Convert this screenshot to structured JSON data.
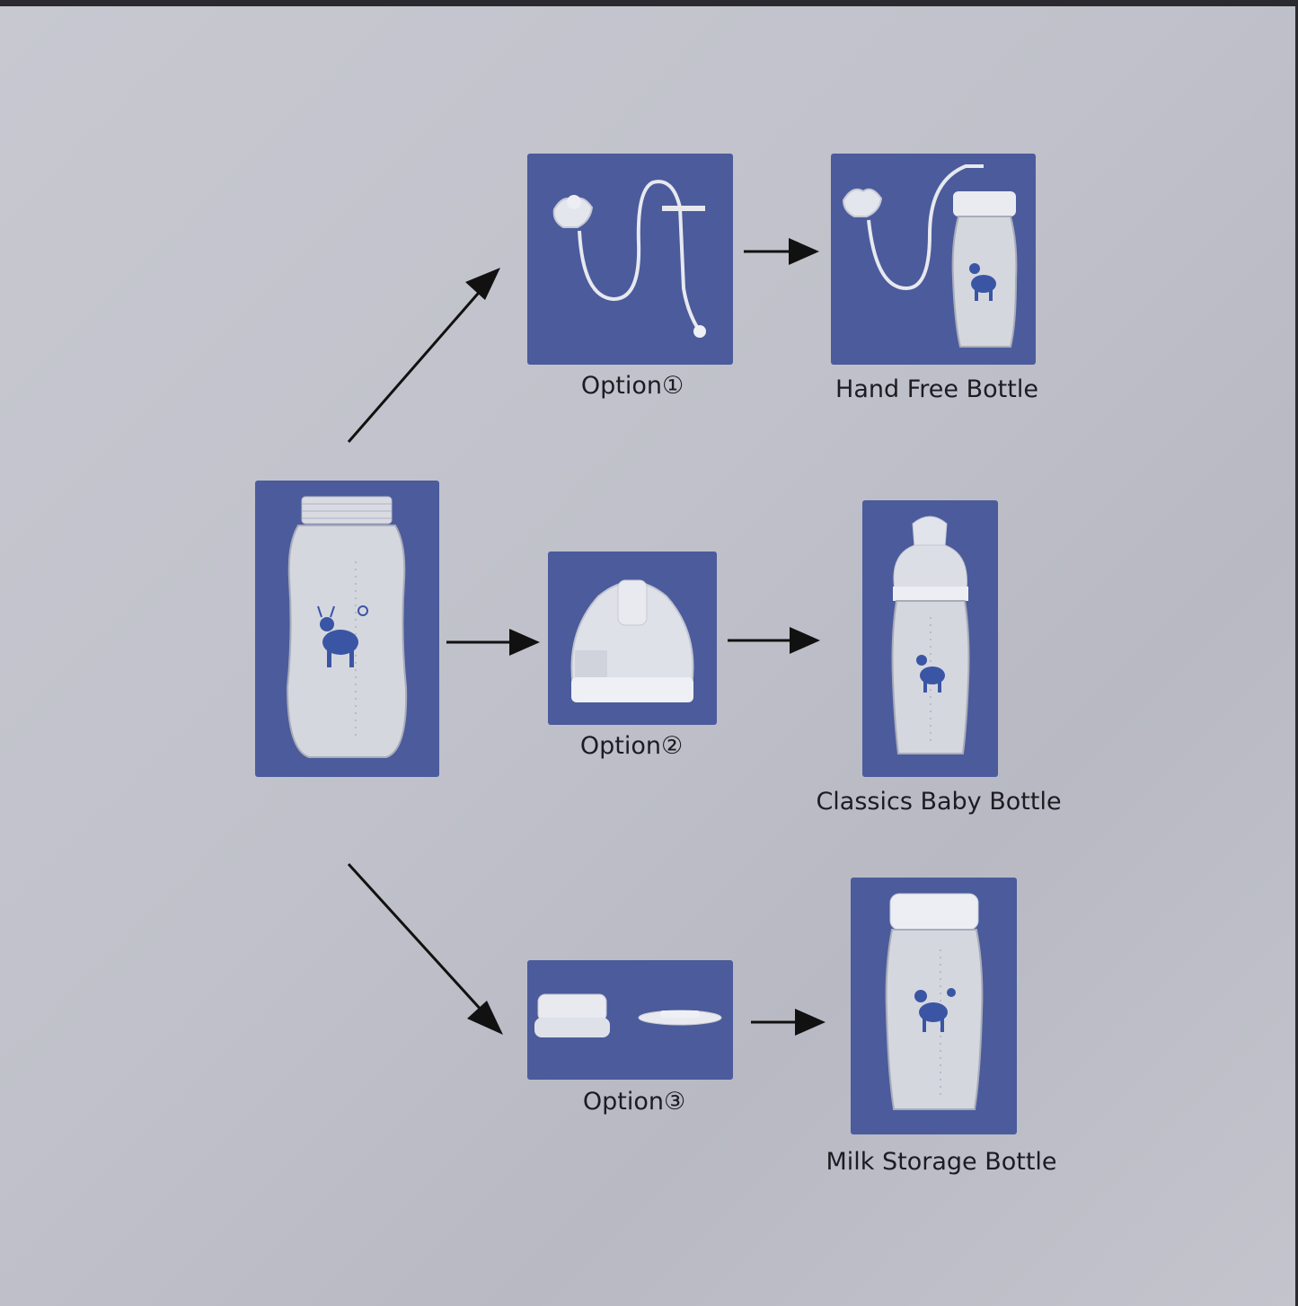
{
  "labels": {
    "option1": "Option①",
    "option2": "Option②",
    "option3": "Option③",
    "hand_free": "Hand Free Bottle",
    "classics": "Classics Baby Bottle",
    "milk_storage": "Milk Storage Bottle"
  },
  "colors": {
    "panel": "#4b5b9c",
    "arrow": "#111111",
    "background": "#c3c4cc"
  }
}
